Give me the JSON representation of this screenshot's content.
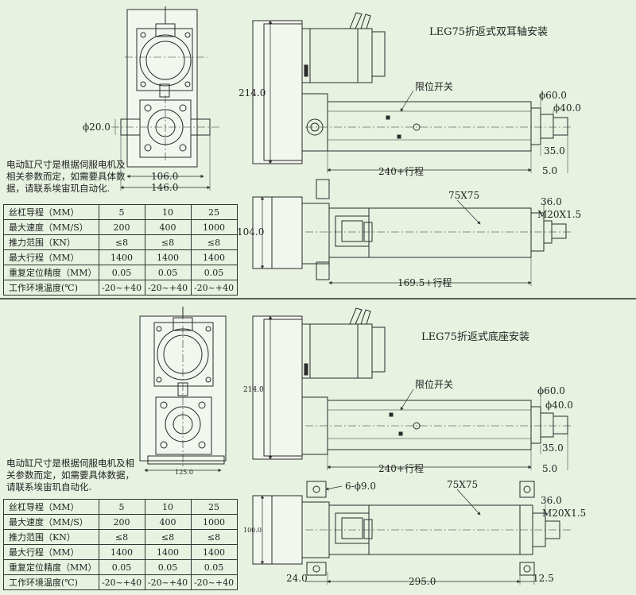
{
  "colors": {
    "background": "#e7f2e1",
    "line": "#2a2a2a",
    "dim": "#444444"
  },
  "top_section": {
    "title": "LEG75折返式双耳轴安装",
    "limit_switch": "限位开关",
    "dims": {
      "height": "214.0",
      "phi60": "ϕ60.0",
      "phi40": "ϕ40.0",
      "d35": "35.0",
      "d5": "5.0",
      "stroke": "240+行程",
      "phi20": "ϕ20.0",
      "w106": "106.0",
      "w146": "146.0",
      "pitch_label": "75X75",
      "d36": "36.0",
      "thread": "M20X1.5",
      "h104": "104.0",
      "stroke2": "169.5+行程"
    },
    "note": "电动缸尺寸是根据伺服电机及相关参数而定，如需要具体数据，请联系埃宙玑自动化.",
    "table": [
      [
        "丝杠导程（MM）",
        "5",
        "10",
        "25"
      ],
      [
        "最大速度（MM/S）",
        "200",
        "400",
        "1000"
      ],
      [
        "推力范围（KN）",
        "≤8",
        "≤8",
        "≤8"
      ],
      [
        "最大行程（MM）",
        "1400",
        "1400",
        "1400"
      ],
      [
        "重复定位精度（MM）",
        "0.05",
        "0.05",
        "0.05"
      ],
      [
        "工作环境温度(℃)",
        "-20~+40",
        "-20~+40",
        "-20~+40"
      ]
    ]
  },
  "bottom_section": {
    "title": "LEG75折返式底座安装",
    "limit_switch": "限位开关",
    "dims": {
      "height": "214.0",
      "phi60": "ϕ60.0",
      "phi40": "ϕ40.0",
      "d35": "35.0",
      "d5": "5.0",
      "stroke": "240+行程",
      "w125": "125.0",
      "holes": "6-ϕ9.0",
      "pitch_label": "75X75",
      "d36": "36.0",
      "thread": "M20X1.5",
      "h100": "100.0",
      "d24": "24.0",
      "d295": "295.0",
      "d125": "12.5"
    },
    "note": "电动缸尺寸是根据伺服电机及相关参数而定，如需要具体数据，请联系埃宙玑自动化.",
    "table": [
      [
        "丝杠导程（MM）",
        "5",
        "10",
        "25"
      ],
      [
        "最大速度（MM/S）",
        "200",
        "400",
        "1000"
      ],
      [
        "推力范围（KN）",
        "≤8",
        "≤8",
        "≤8"
      ],
      [
        "最大行程（MM）",
        "1400",
        "1400",
        "1400"
      ],
      [
        "重复定位精度（MM）",
        "0.05",
        "0.05",
        "0.05"
      ],
      [
        "工作环境温度(℃)",
        "-20~+40",
        "-20~+40",
        "-20~+40"
      ]
    ]
  }
}
